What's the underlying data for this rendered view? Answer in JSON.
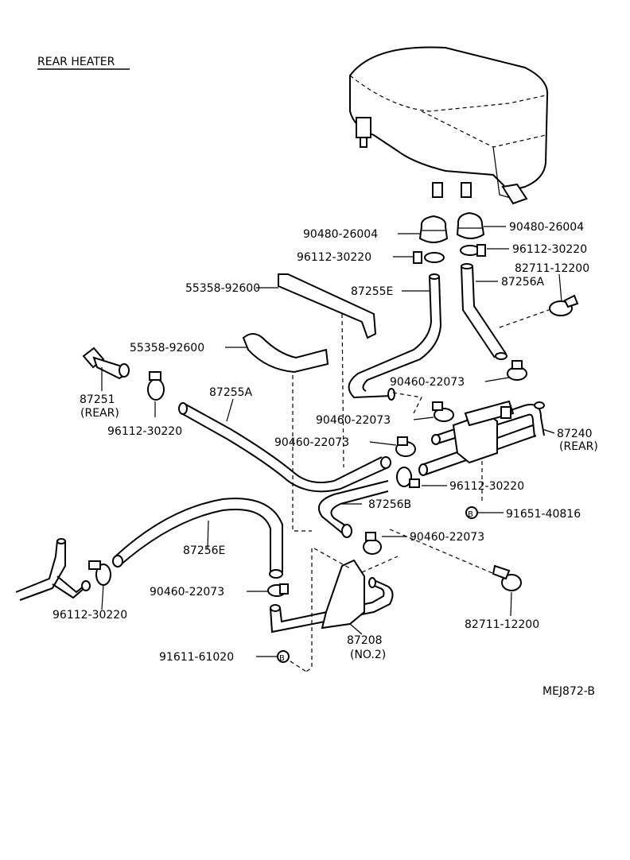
{
  "title": "REAR HEATER",
  "diagram_code": "MEJ872-B",
  "labels": {
    "p90480_a": "90480-26004",
    "p90480_b": "90480-26004",
    "p96112_a": "96112-30220",
    "p96112_b": "96112-30220",
    "p82711_a": "82711-12200",
    "p55358_a": "55358-92600",
    "p87255E": "87255E",
    "p87256A": "87256A",
    "p55358_b": "55358-92600",
    "p90460_a": "90460-22073",
    "p87251": "87251",
    "p87251_sub": "(REAR)",
    "p87255A": "87255A",
    "p96112_c": "96112-30220",
    "p90460_b": "90460-22073",
    "p87240": "87240",
    "p87240_sub": "(REAR)",
    "p90460_c": "90460-22073",
    "p96112_d": "96112-30220",
    "p87256B": "87256B",
    "p91651": "91651-40816",
    "p90460_d": "90460-22073",
    "p87256E": "87256E",
    "p90460_e": "90460-22073",
    "p96112_e": "96112-30220",
    "p82711_b": "82711-12200",
    "p87208": "87208",
    "p87208_sub": "(NO.2)",
    "p91611": "91611-61020",
    "bolt_mark": "B"
  }
}
